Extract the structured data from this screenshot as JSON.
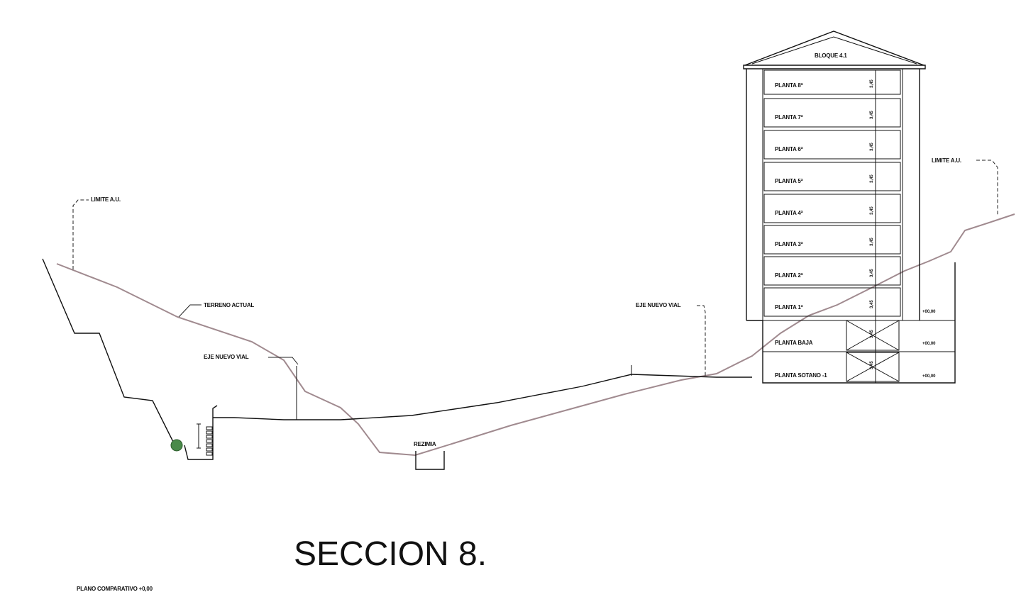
{
  "title": "SECCION 8.",
  "footer_note": "PLANO COMPARATIVO +0,00",
  "annotations": {
    "limite_left": "LIMITE A.U.",
    "limite_right": "LIMITE A.U.",
    "terreno": "TERRENO ACTUAL",
    "eje_left": "EJE NUEVO VIAL",
    "eje_right": "EJE NUEVO VIAL",
    "rezimia": "REZIMIA"
  },
  "building": {
    "name": "BLOQUE 4.1",
    "floors": [
      "PLANTA 8ª",
      "PLANTA 7ª",
      "PLANTA 6ª",
      "PLANTA 5ª",
      "PLANTA 4ª",
      "PLANTA 3ª",
      "PLANTA 2ª",
      "PLANTA 1ª"
    ],
    "floor_height": "3,45",
    "planta_baja": "PLANTA BAJA",
    "planta_sotano": "PLANTA SOTANO -1",
    "level_1": "+00,00",
    "level_baja": "+00,00",
    "level_sotano": "+00,00"
  },
  "colors": {
    "terrain": "#a08a8f",
    "line": "#111111",
    "tree": "#4a8a4a"
  }
}
